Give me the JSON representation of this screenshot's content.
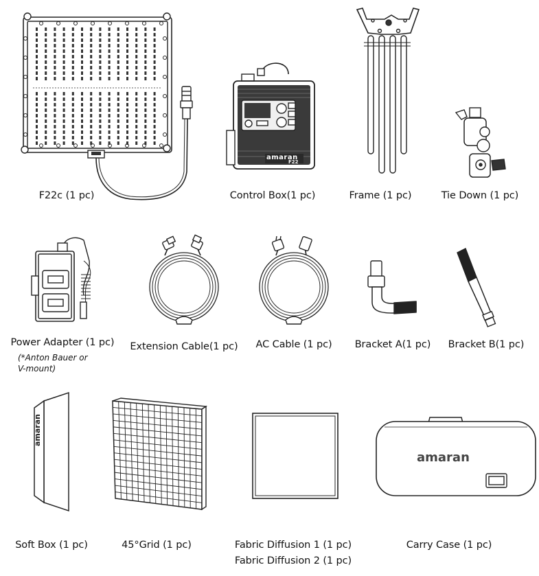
{
  "items": [
    {
      "label": "F22c (1 pc)"
    },
    {
      "label": "Control Box(1 pc)"
    },
    {
      "label": "Frame (1 pc)"
    },
    {
      "label": "Tie Down (1 pc)"
    },
    {
      "label": "Power Adapter (1 pc)",
      "note_line1": "(*Anton Bauer or",
      "note_line2": "V-mount)"
    },
    {
      "label": "Extension Cable(1 pc)"
    },
    {
      "label": "AC Cable (1 pc)"
    },
    {
      "label": "Bracket A(1 pc)"
    },
    {
      "label": "Bracket B(1 pc)"
    },
    {
      "label": "Soft Box (1 pc)"
    },
    {
      "label": "45°Grid (1 pc)"
    },
    {
      "label": "Fabric Diffusion 1 (1 pc)",
      "label_line2": "Fabric Diffusion 2 (1 pc)"
    },
    {
      "label": "Carry Case (1 pc)"
    }
  ],
  "brand": {
    "logo_text": "amaran",
    "model_text": "F22"
  }
}
